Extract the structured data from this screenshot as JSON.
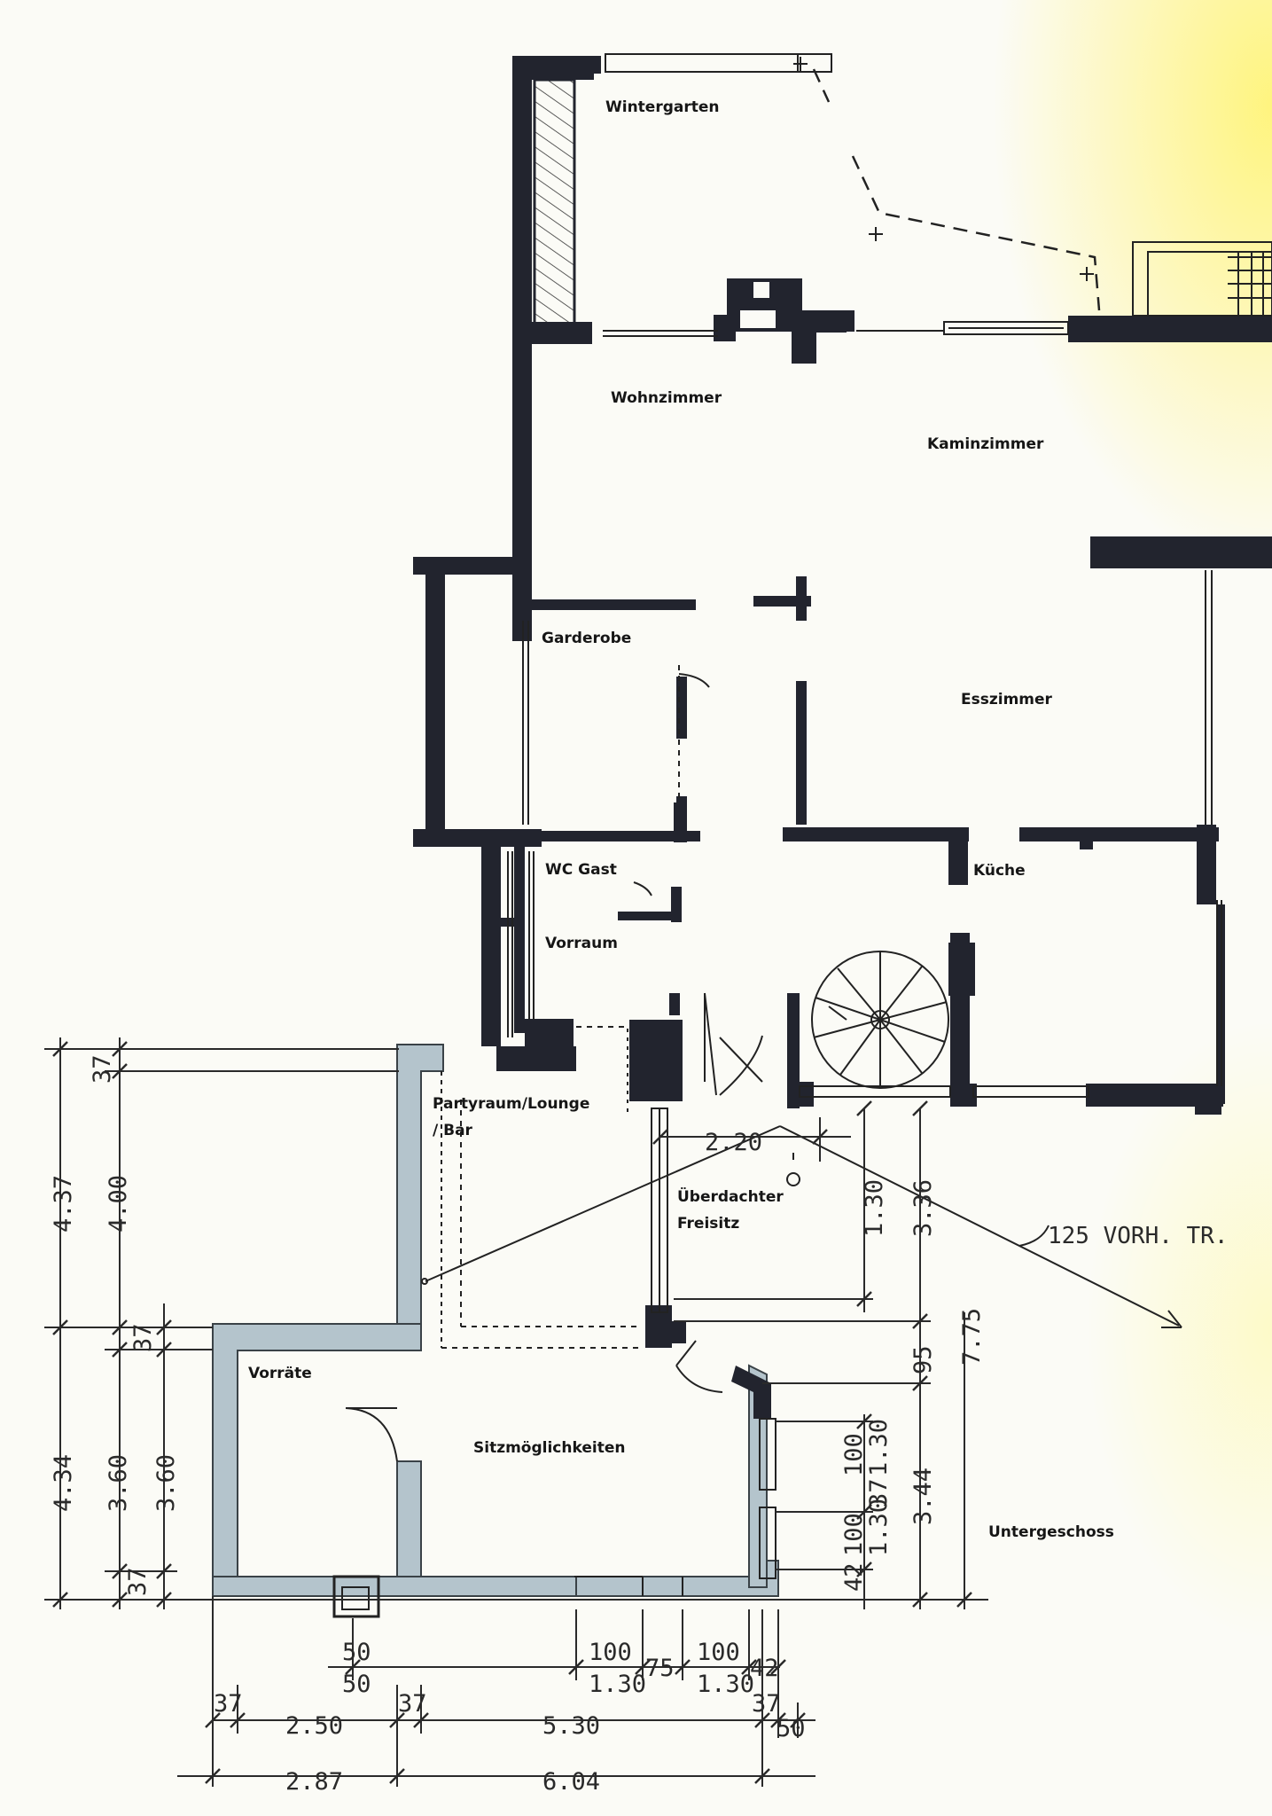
{
  "rooms": {
    "wintergarten": "Wintergarten",
    "wohnzimmer": "Wohnzimmer",
    "kaminzimmer": "Kaminzimmer",
    "garderobe": "Garderobe",
    "esszimmer": "Esszimmer",
    "wc_gast": "WC Gast",
    "kueche": "Küche",
    "vorraum": "Vorraum",
    "partyraum": "Partyraum/Lounge\n/ Bar",
    "freisitz": "Überdachter\nFreisitz",
    "vorraete": "Vorräte",
    "sitz": "Sitzmöglichkeiten",
    "untergeschoss": "Untergeschoss"
  },
  "stair_note": "125 VORH. TR.",
  "dims": {
    "left_437": "4.37",
    "left_400": "4.00",
    "left_37_top": "37",
    "left_37_mid": "37",
    "left_434": "4.34",
    "left_360a": "3.60",
    "left_360b": "3.60",
    "left_37_bot": "37",
    "r_220": "2.20",
    "r_130a": "1.30",
    "r_336": "3.36",
    "r_775": "7.75",
    "r_95": "95",
    "r_100a": "100",
    "r_130b": "1.30",
    "r_37": "37",
    "r_344": "3.44",
    "r_100b": "100",
    "r_130c": "1.30",
    "r_42": "42",
    "b_50a": "50",
    "b_50b": "50",
    "b_100a": "100",
    "b_130a": "1.30",
    "b_75": "75",
    "b_100b": "100",
    "b_130b": "1.30",
    "b_42": "42",
    "b_37a": "37",
    "b_250": "2.50",
    "b_37b": "37",
    "b_530": "5.30",
    "b_37c": "37",
    "b_50c": "50",
    "b_287": "2.87",
    "b_604": "6.04"
  }
}
